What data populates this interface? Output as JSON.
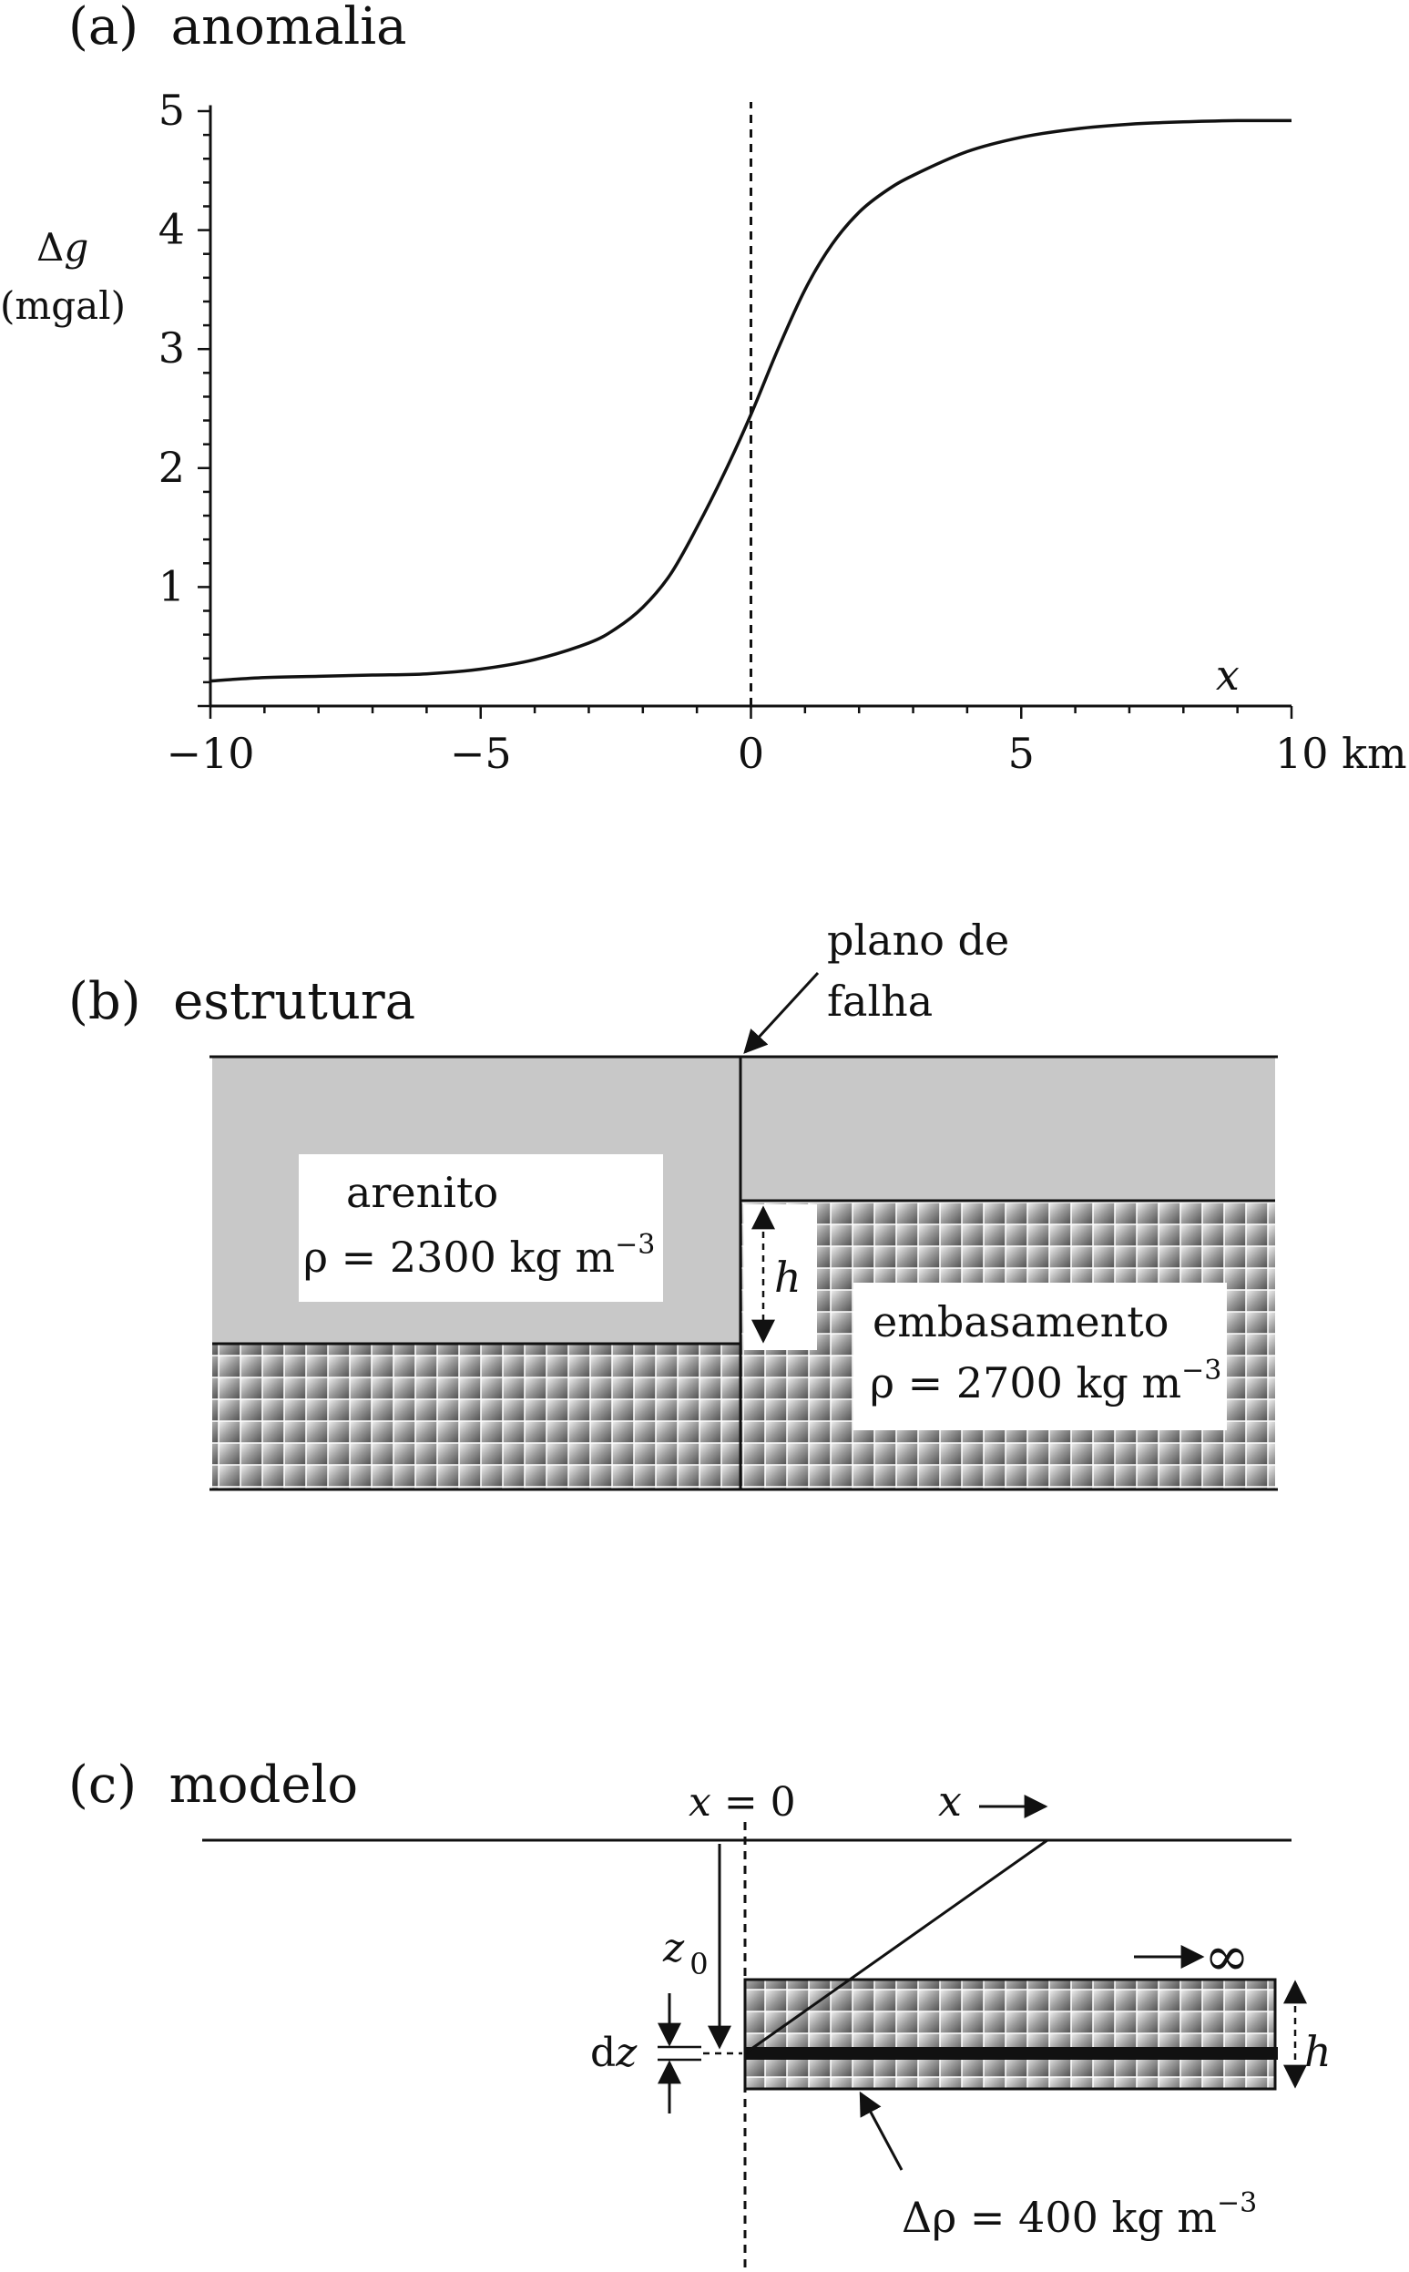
{
  "panel_a": {
    "title": "(a)  anomalia",
    "ylabel_line1": "Δg",
    "ylabel_line2": "(mgal)",
    "x_axis_label": "x",
    "x_ticks": [
      "−10",
      "−5",
      "0",
      "5",
      "10 km"
    ],
    "y_ticks": [
      "1",
      "2",
      "3",
      "4",
      "5"
    ]
  },
  "panel_b": {
    "title": "(b)  estrutura",
    "fault_label_line1": "plano de",
    "fault_label_line2": "falha",
    "rock1_name": "arenito",
    "rock1_density": "ρ = 2300 kg m",
    "rock2_name": "embasamento",
    "rock2_density": "ρ = 2700 kg m",
    "density_exponent": "−3",
    "thickness_label": "h"
  },
  "panel_c": {
    "title": "(c)  modelo",
    "origin_label": "x = 0",
    "x_label": "x",
    "z0_label": "z",
    "z0_subscript": "0",
    "dz_label_d": "d",
    "dz_label_z": "z",
    "infinity_label": "∞",
    "thickness_label": "h",
    "density_contrast": "Δρ = 400 kg m",
    "density_exponent": "−3"
  },
  "chart_data": {
    "type": "line",
    "title": "(a)  anomalia",
    "xlabel": "x",
    "ylabel": "Δg (mgal)",
    "x_unit": "km",
    "xlim": [
      -10,
      10
    ],
    "ylim": [
      0,
      5
    ],
    "x_ticks": [
      -10,
      -5,
      0,
      5,
      10
    ],
    "y_ticks": [
      1,
      2,
      3,
      4,
      5
    ],
    "reference_line_x": 0,
    "series": [
      {
        "x": [
          -10,
          -9,
          -8,
          -7,
          -6,
          -5,
          -4,
          -3,
          -2.5,
          -2,
          -1.5,
          -1,
          -0.5,
          0,
          0.5,
          1,
          1.5,
          2,
          2.5,
          3,
          4,
          5,
          6,
          7,
          8,
          9,
          10
        ],
        "values": [
          0.21,
          0.24,
          0.25,
          0.26,
          0.27,
          0.31,
          0.39,
          0.53,
          0.65,
          0.83,
          1.1,
          1.5,
          1.95,
          2.45,
          3.0,
          3.5,
          3.88,
          4.15,
          4.33,
          4.46,
          4.66,
          4.78,
          4.85,
          4.89,
          4.91,
          4.92,
          4.92
        ]
      }
    ]
  }
}
